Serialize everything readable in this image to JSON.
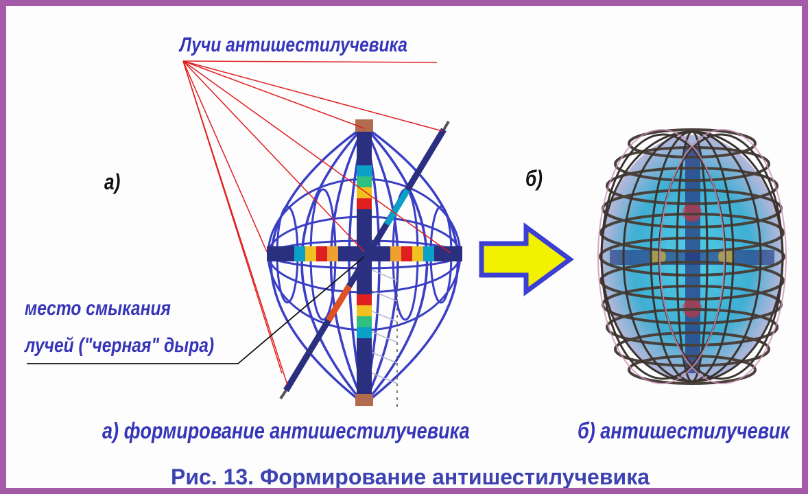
{
  "labels": {
    "rays_title": "Лучи антишестилучевика",
    "tag_a": "а)",
    "tag_b": "б)",
    "place_line1": "место смыкания",
    "place_line2": "лучей (\"черная\" дыра)",
    "caption_a": "а) формирование антишестилучевика",
    "caption_b": "б) антишестилучевик",
    "figure_title": "Рис. 13. Формирование антишестилучевика"
  },
  "colors": {
    "frame": "#a55aa8",
    "label_blue": "#3535b8",
    "title_blue": "#3c42b0",
    "wireframe_blue": "#3a3fc4",
    "ray_red": "#e01e1e",
    "arrow_fill": "#f2f200",
    "arrow_outline": "#3b3fd2"
  },
  "icons": {
    "arrow": "right-arrow-icon"
  }
}
